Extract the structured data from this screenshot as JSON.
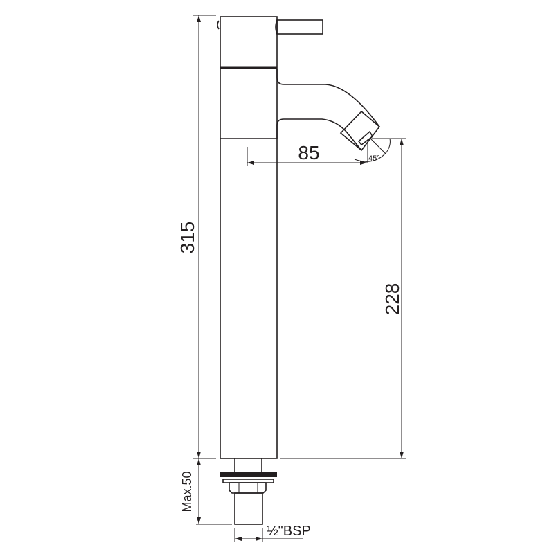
{
  "drawing": {
    "overall_height_label": "315",
    "spout_reach_label": "85",
    "spout_height_label": "228",
    "spout_angle_label": "45°",
    "max_deck_label": "Max.50",
    "thread_label": "½\"BSP"
  },
  "colors": {
    "line": "#231f20",
    "background": "#ffffff"
  }
}
